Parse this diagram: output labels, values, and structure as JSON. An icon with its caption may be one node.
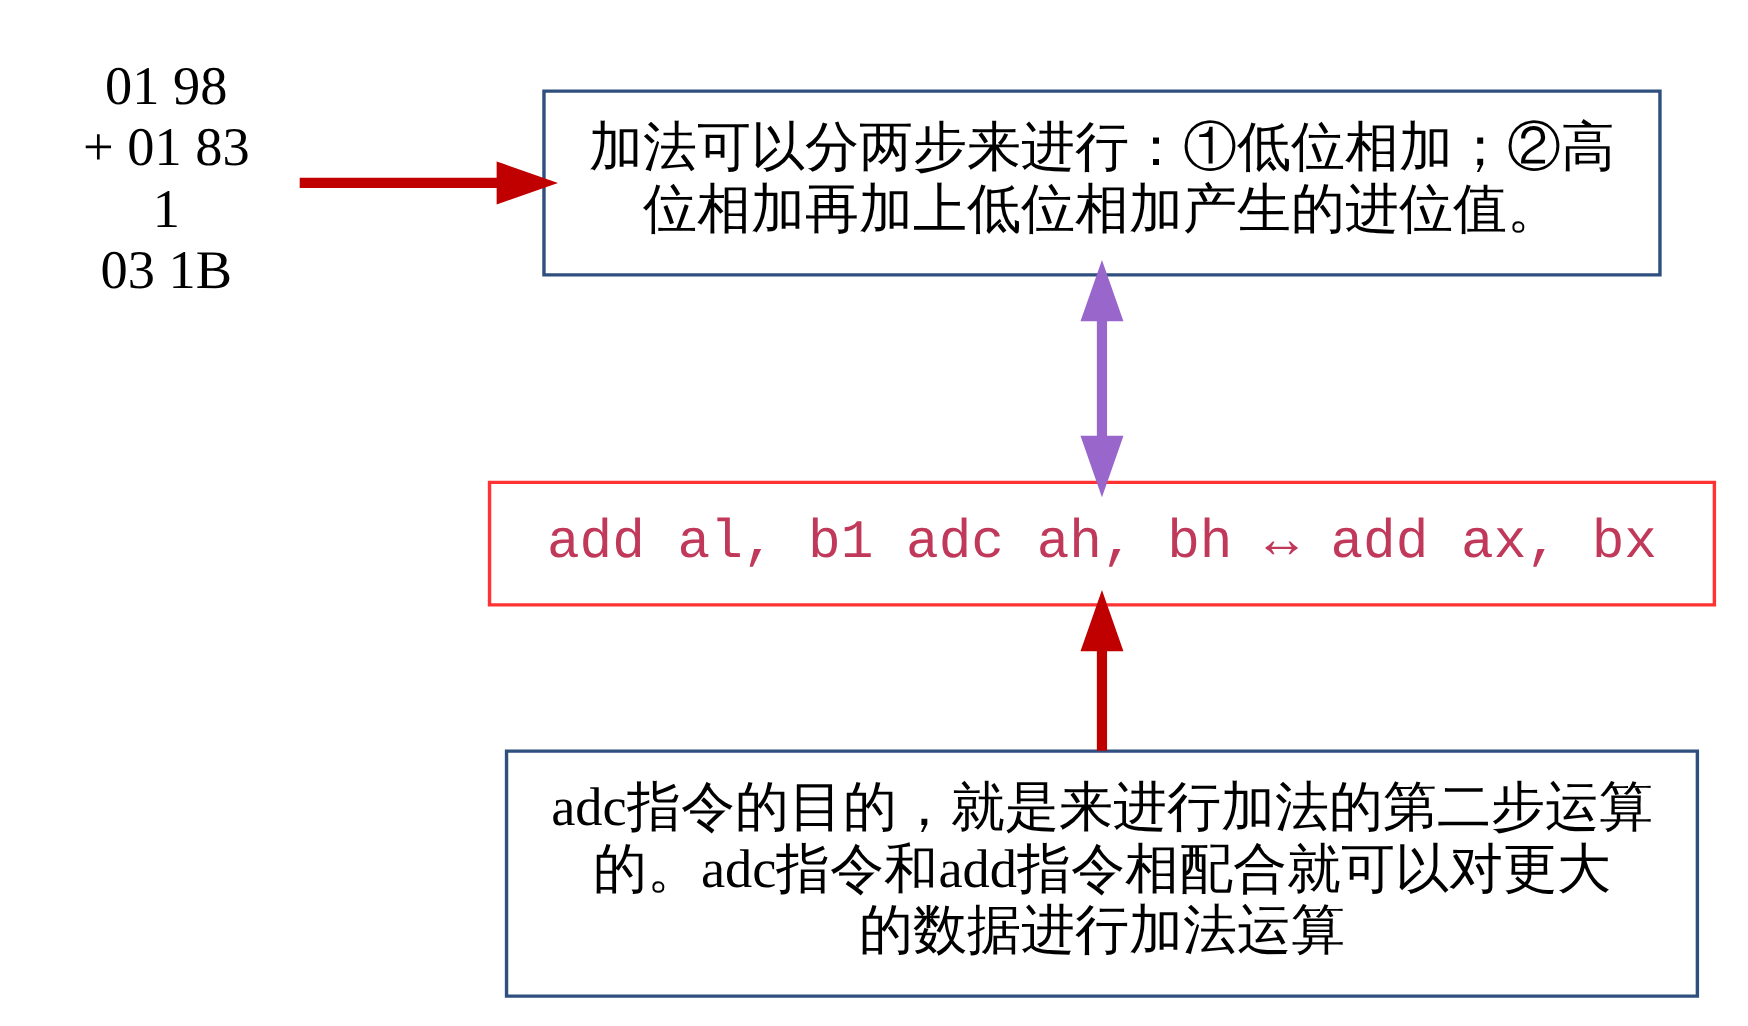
{
  "diagram": {
    "nodes": [
      {
        "text": [
          "01 98",
          "+ 01 83",
          "1",
          "03 1B"
        ]
      },
      {
        "text": [
          "加法可以分两步来进行：①低位相加；②高位相加再加上低位相加产生的进位值。"
        ]
      },
      {
        "text": [
          "add al, b1 adc ah, bh ↔ add ax, bx"
        ]
      },
      {
        "text": [
          "adc指令的目的，就是来进行加法的第二步运算的。adc指令和add指令相配合就可以对更大的数据进行加法运算"
        ]
      }
    ],
    "edges": [
      {
        "from": 0,
        "to": 1,
        "arrow": "to",
        "color": "#c00000"
      },
      {
        "from": 2,
        "to": 1,
        "arrow": "both",
        "color": "#9966cc"
      },
      {
        "from": 3,
        "to": 2,
        "arrow": "to",
        "color": "#c00000"
      }
    ]
  }
}
